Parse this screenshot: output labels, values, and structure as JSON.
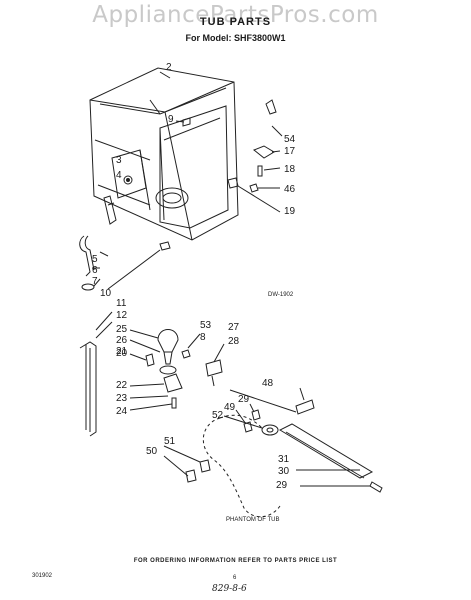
{
  "watermark": "AppliancePartsPros.com",
  "header": {
    "title": "TUB PARTS",
    "model_line": "For Model: SHF3800W1"
  },
  "diagram_ids": {
    "upper": "DW-1902",
    "phantom_label": "PHANTOM OF TUB"
  },
  "callouts": [
    "2",
    "9",
    "3",
    "4",
    "54",
    "17",
    "18",
    "46",
    "19",
    "5",
    "6",
    "7",
    "10",
    "11",
    "12",
    "25",
    "26",
    "21",
    "20",
    "53",
    "8",
    "27",
    "28",
    "22",
    "23",
    "24",
    "48",
    "29",
    "49",
    "52",
    "31",
    "30",
    "29",
    "51",
    "50"
  ],
  "footer": {
    "ordering_note": "FOR ORDERING INFORMATION REFER TO PARTS PRICE LIST",
    "page_code": "301902",
    "page_number": "6",
    "handwritten": "829-8-6"
  }
}
